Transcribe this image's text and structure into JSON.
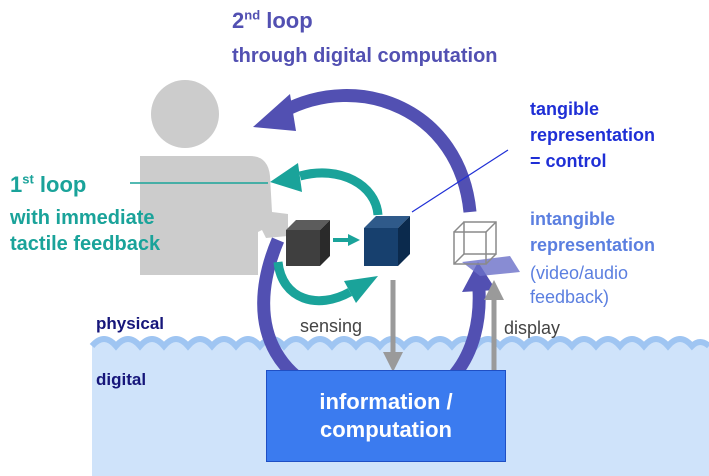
{
  "colors": {
    "loop2": "#5250b2",
    "loop1": "#1aa39a",
    "person": "#cccccc",
    "digital_bg": "#cfe3fa",
    "wave": "#9fc5f2",
    "computation_box": "#3b7bef",
    "arrow_grey": "#9a9a9a",
    "label_blue": "#1f2fd6",
    "label_navy": "#16167a"
  },
  "loop2": {
    "prefix": "2",
    "sup": "nd",
    "title_rest": " loop",
    "subtitle": "through digital computation"
  },
  "loop1": {
    "prefix": "1",
    "sup": "st",
    "title_rest": " loop",
    "line2": "with immediate",
    "line3": "tactile feedback"
  },
  "tangible": {
    "line1": "tangible",
    "line2": "representation",
    "line3": "= control"
  },
  "intangible": {
    "line1": "intangible",
    "line2": "representation",
    "line3": "(video/audio",
    "line4": "feedback)"
  },
  "layers": {
    "physical": "physical",
    "digital": "digital"
  },
  "arrows": {
    "sensing": "sensing",
    "display": "display"
  },
  "computation": {
    "line1": "information /",
    "line2": "computation"
  },
  "icons": [
    "person-silhouette-icon",
    "dark-cube-icon",
    "blue-cube-icon",
    "wireframe-cube-icon",
    "projection-plate-icon",
    "water-wave-icon"
  ]
}
